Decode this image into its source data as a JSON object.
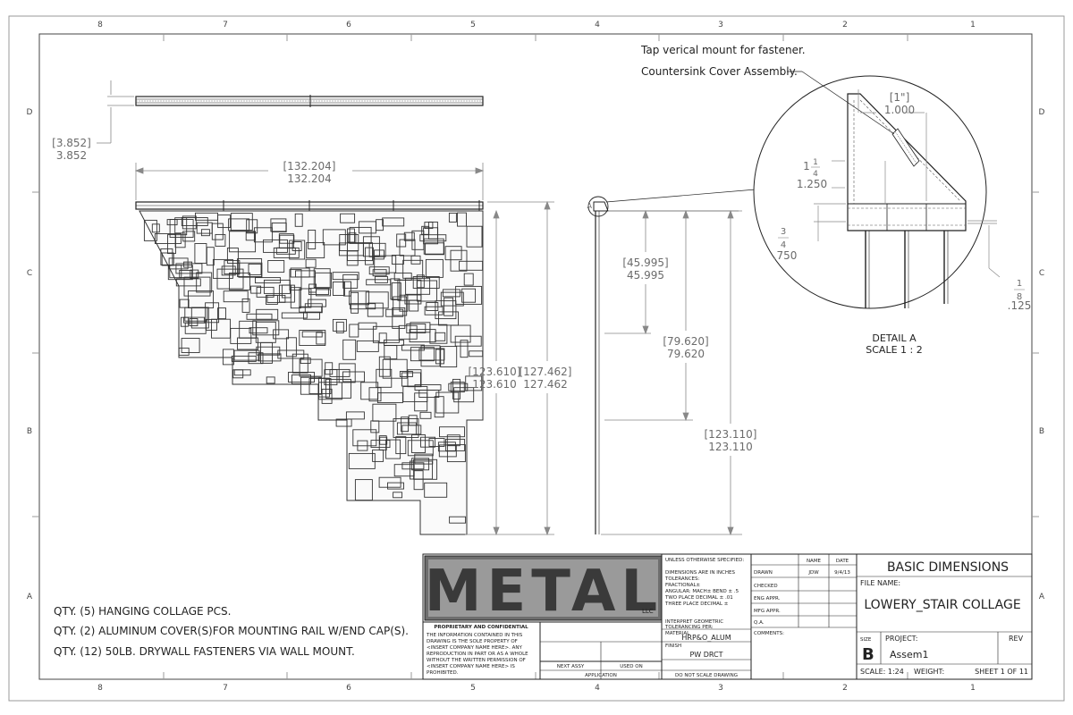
{
  "zones": {
    "columns": [
      "8",
      "7",
      "6",
      "5",
      "4",
      "3",
      "2",
      "1"
    ],
    "rows": [
      "D",
      "C",
      "B",
      "A"
    ]
  },
  "dimensions": {
    "rail_height_bracket": "[3.852]",
    "rail_height": "3.852",
    "overall_width_bracket": "[132.204]",
    "overall_width": "132.204",
    "collage_height_bracket": "[123.610]",
    "collage_height": "123.610",
    "overall_height_bracket": "[127.462]",
    "overall_height": "127.462",
    "side_dim1_bracket": "[45.995]",
    "side_dim1": "45.995",
    "side_dim2_bracket": "[79.620]",
    "side_dim2": "79.620",
    "side_dim3_bracket": "[123.110]",
    "side_dim3": "123.110"
  },
  "detail": {
    "callout_letter": "A",
    "note_tap": "Tap verical mount for fastener.",
    "note_countersink": "Countersink Cover Assembly.",
    "dim_1in_bracket": "[1\"]",
    "dim_1in": "1.000",
    "dim_1q_whole": "1",
    "dim_1q_num": "1",
    "dim_1q_den": "4",
    "dim_1q_decimal": "1.250",
    "dim_3q_num": "3",
    "dim_3q_den": "4",
    "dim_3q_decimal": ".750",
    "dim_1e_num": "1",
    "dim_1e_den": "8",
    "dim_1e_decimal": ".125",
    "title": "DETAIL A",
    "scale": "SCALE 1 : 2"
  },
  "notes": [
    "QTY. (5) HANGING COLLAGE PCS.",
    "QTY. (2) ALUMINUM COVER(S)FOR MOUNTING RAIL W/END CAP(S).",
    "QTY. (12) 50LB. DRYWALL FASTENERS VIA WALL MOUNT."
  ],
  "title_block": {
    "logo_text": "METAL",
    "logo_suffix": "LLC",
    "proprietary_title": "PROPRIETARY AND CONFIDENTIAL",
    "proprietary_lines": [
      "THE INFORMATION CONTAINED IN THIS",
      "DRAWING IS THE SOLE PROPERTY OF",
      "<INSERT COMPANY NAME HERE>. ANY",
      "REPRODUCTION IN PART OR AS A WHOLE",
      "WITHOUT THE WRITTEN PERMISSION OF",
      "<INSERT COMPANY NAME HERE> IS",
      "PROHIBITED."
    ],
    "next_assy": "NEXT ASSY",
    "used_on": "USED ON",
    "application": "APPLICATION",
    "unless": "UNLESS OTHERWISE SPECIFIED:",
    "tolerance_lines": [
      "DIMENSIONS ARE IN INCHES",
      "TOLERANCES:",
      "FRACTIONAL±",
      "ANGULAR: MACH±   BEND ± .5",
      "TWO PLACE DECIMAL   ± .01",
      "THREE PLACE DECIMAL  ±"
    ],
    "interpret": [
      "INTERPRET GEOMETRIC",
      "TOLERANCING PER:"
    ],
    "material_label": "MATERIAL",
    "material": "HRP&O_ALUM",
    "finish_label": "FINISH",
    "finish": "PW DRCT",
    "do_not_scale": "DO NOT SCALE DRAWING",
    "header_name": "NAME",
    "header_date": "DATE",
    "drawn_label": "DRAWN",
    "drawn_name": "JDW",
    "drawn_date": "9/4/13",
    "checked_label": "CHECKED",
    "eng_label": "ENG APPR.",
    "mfg_label": "MFG APPR.",
    "qa_label": "Q.A.",
    "comments_label": "COMMENTS:",
    "title": "BASIC DIMENSIONS",
    "file_name_label": "FILE NAME:",
    "file_name": "LOWERY_STAIR COLLAGE",
    "size_label": "SIZE",
    "size": "B",
    "project_label": "PROJECT:",
    "project": "Assem1",
    "rev_label": "REV",
    "scale": "SCALE: 1:24",
    "weight": "WEIGHT:",
    "sheet": "SHEET 1 OF 11"
  }
}
